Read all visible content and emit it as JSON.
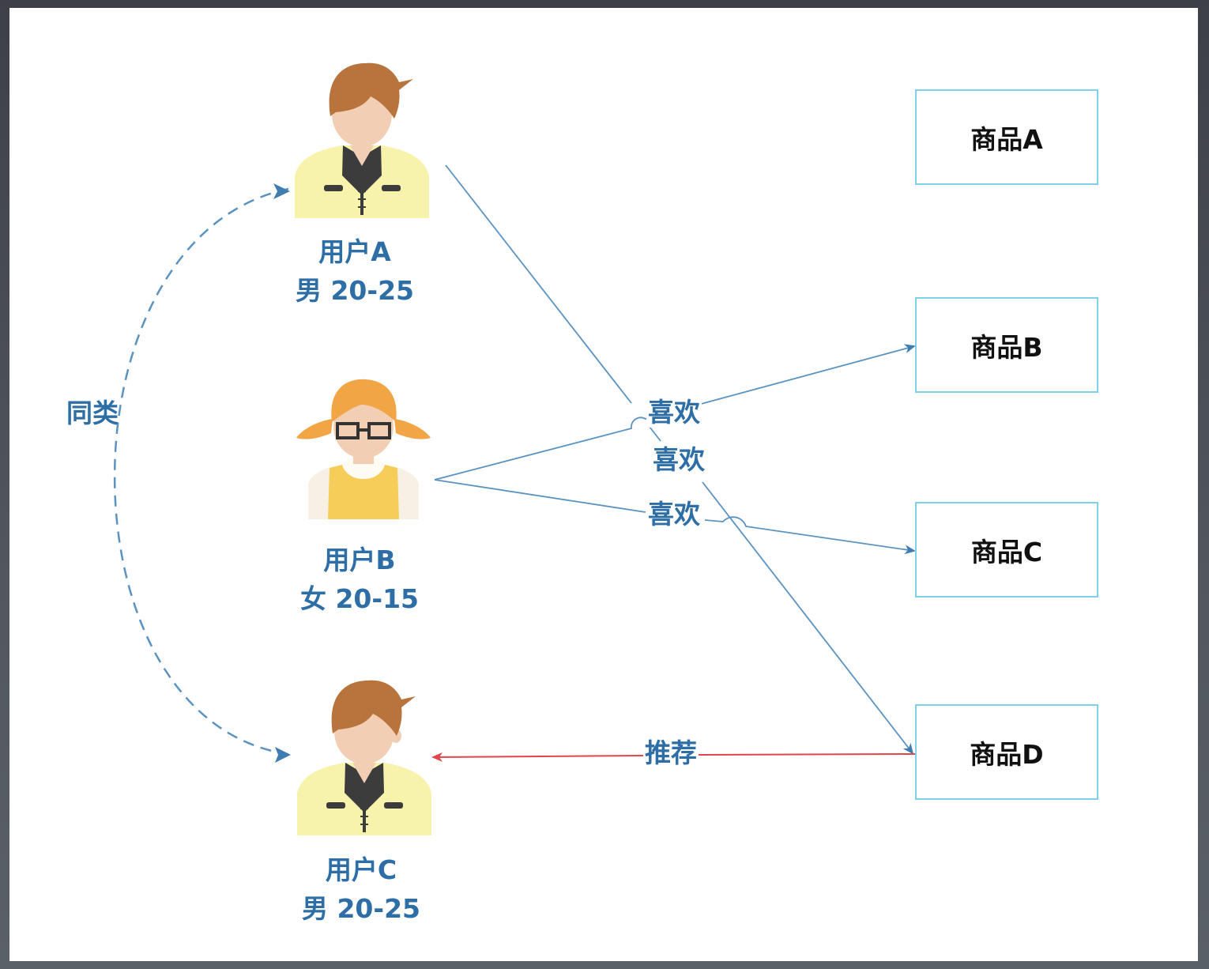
{
  "users": [
    {
      "name": "用户A",
      "info": "男 20-25",
      "avatar": "male-user-avatar-icon"
    },
    {
      "name": "用户B",
      "info": "女 20-15",
      "avatar": "female-user-avatar-icon"
    },
    {
      "name": "用户C",
      "info": "男 20-25",
      "avatar": "male-user-avatar-icon"
    }
  ],
  "products": [
    "商品A",
    "商品B",
    "商品C",
    "商品D"
  ],
  "edges": {
    "similar_label": "同类",
    "like_label_1": "喜欢",
    "like_label_2": "喜欢",
    "like_label_3": "喜欢",
    "recommend_label": "推荐"
  },
  "colors": {
    "edge": "#5b93c0",
    "recommend": "#e0464b",
    "label": "#2e6ea6",
    "box_border": "#7fd0ea"
  }
}
